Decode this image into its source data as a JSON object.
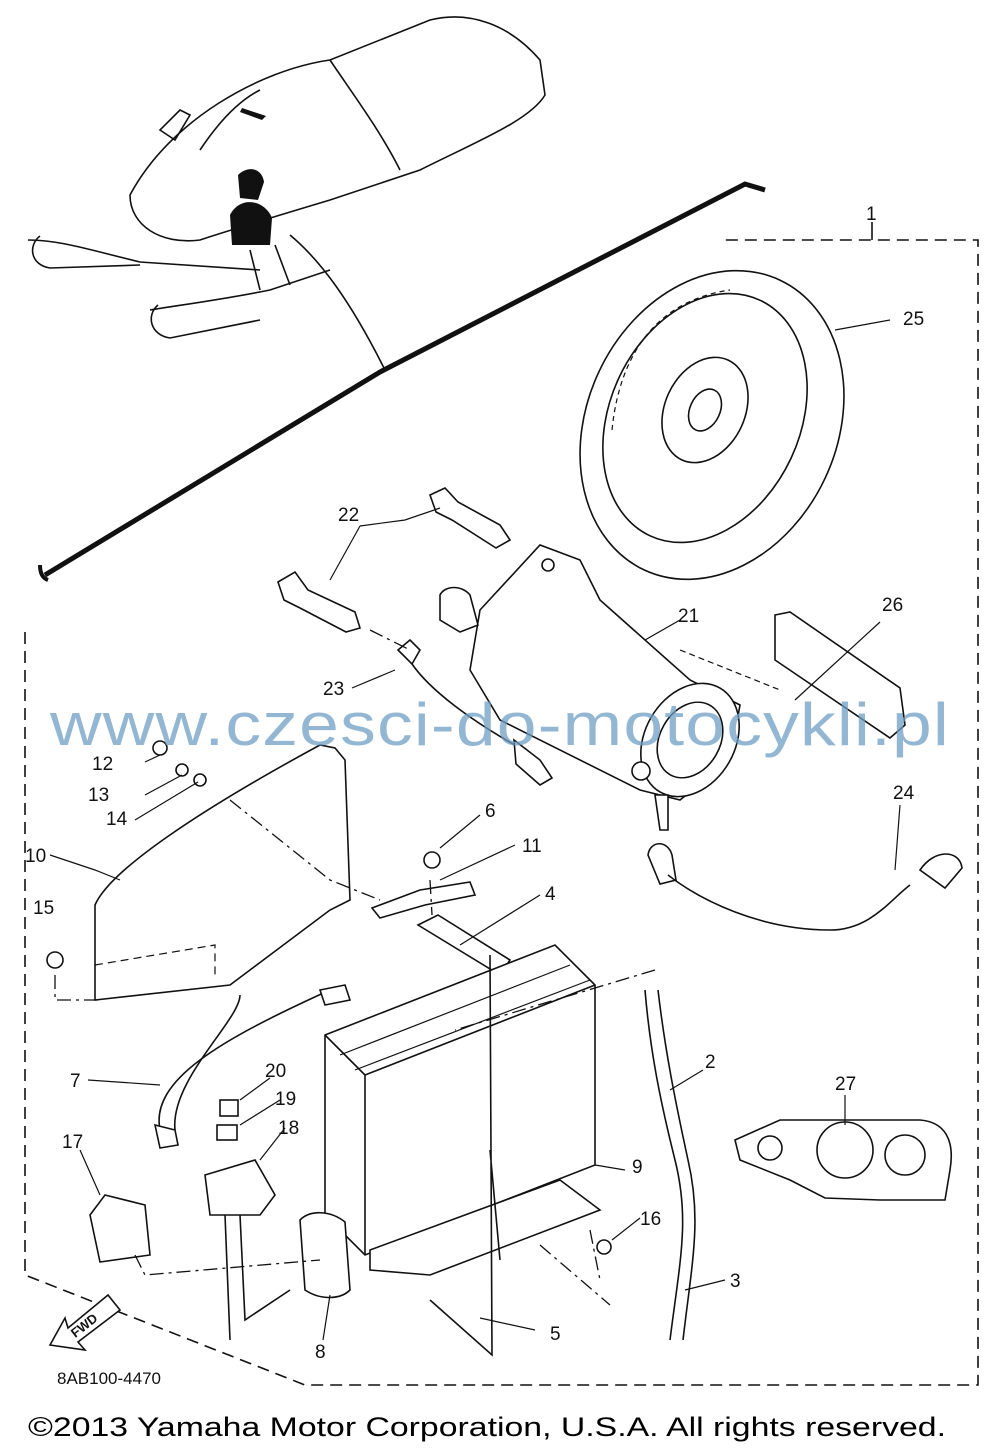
{
  "diagram": {
    "callouts": [
      {
        "id": "1",
        "text": "1"
      },
      {
        "id": "2",
        "text": "2"
      },
      {
        "id": "3",
        "text": "3"
      },
      {
        "id": "4",
        "text": "4"
      },
      {
        "id": "5",
        "text": "5"
      },
      {
        "id": "6",
        "text": "6"
      },
      {
        "id": "7",
        "text": "7"
      },
      {
        "id": "8",
        "text": "8"
      },
      {
        "id": "9",
        "text": "9"
      },
      {
        "id": "10",
        "text": "10"
      },
      {
        "id": "11",
        "text": "11"
      },
      {
        "id": "12",
        "text": "12"
      },
      {
        "id": "13",
        "text": "13"
      },
      {
        "id": "14",
        "text": "14"
      },
      {
        "id": "15",
        "text": "15"
      },
      {
        "id": "16",
        "text": "16"
      },
      {
        "id": "17",
        "text": "17"
      },
      {
        "id": "18",
        "text": "18"
      },
      {
        "id": "19",
        "text": "19"
      },
      {
        "id": "20",
        "text": "20"
      },
      {
        "id": "21",
        "text": "21"
      },
      {
        "id": "22",
        "text": "22"
      },
      {
        "id": "23",
        "text": "23"
      },
      {
        "id": "24",
        "text": "24"
      },
      {
        "id": "25",
        "text": "25"
      },
      {
        "id": "26",
        "text": "26"
      },
      {
        "id": "27",
        "text": "27"
      }
    ],
    "fwd_arrow": "FWD",
    "drawing_code": "8AB100-4470",
    "watermark": "www.czesci-do-motocykli.pl",
    "copyright": "©2013 Yamaha Motor Corporation, U.S.A. All rights reserved."
  }
}
